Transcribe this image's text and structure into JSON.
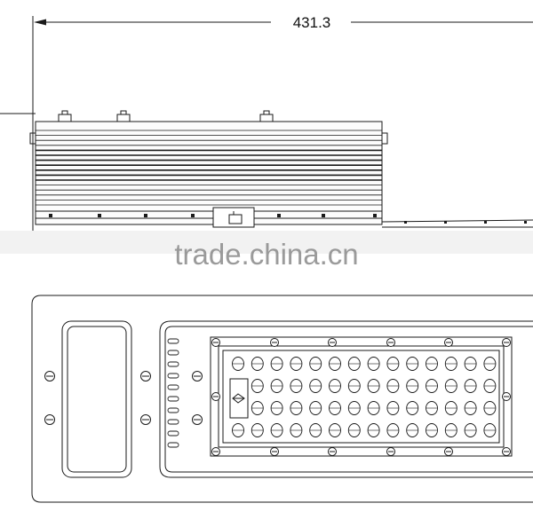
{
  "dimension": {
    "label": "431.3"
  },
  "watermark": {
    "text": "trade.china.cn"
  },
  "led_module": {
    "rows": 4,
    "cols": 14
  },
  "vent_slots": {
    "count": 10
  },
  "colors": {
    "line": "#1a1a1a",
    "watermark": "#8a8a8a",
    "band": "#f2f2f2"
  }
}
